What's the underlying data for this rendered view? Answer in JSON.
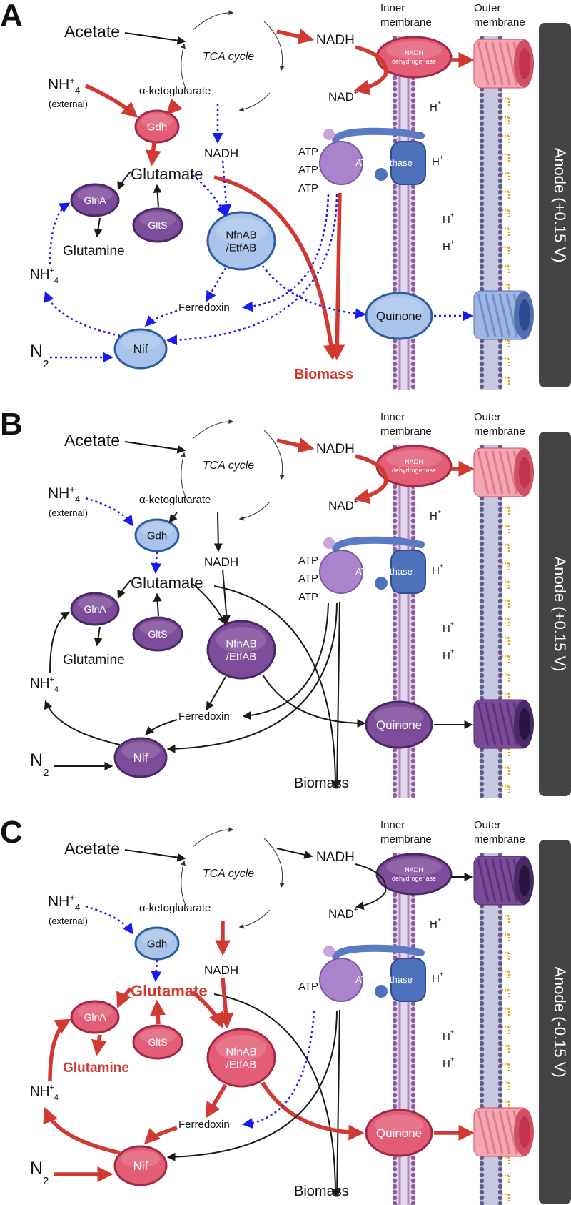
{
  "panels": [
    {
      "letter": "A",
      "anode": "Anode (+0.15 V)",
      "biomass": "Biomass",
      "labels": {
        "acetate": "Acetate",
        "tca": "TCA cycle",
        "nadh_top": "NADH",
        "nad": "NAD",
        "nadh_mid": "NADH",
        "akg": "α-ketoglutarate",
        "nh4": "NH",
        "external": "(external)",
        "glutamate": "Glutamate",
        "glutamine": "Glutamine",
        "nh4_mid": "NH",
        "ferredoxin": "Ferredoxin",
        "n2": "N",
        "inner": [
          "Inner",
          "membrane"
        ],
        "outer": [
          "Outer",
          "membrane"
        ],
        "hplus": "H",
        "atp": [
          "ATP",
          "ATP",
          "ATP"
        ]
      },
      "enzymes": {
        "gdh": "Gdh",
        "glna": "GlnA",
        "glts": "GltS",
        "nfn": [
          "NfnAB",
          "/EtfAB"
        ],
        "nif": "Nif",
        "quinone": "Quinone",
        "nadh_dh": [
          "NADH",
          "dehydrogenase"
        ],
        "atp_synthase": "ATP synthase"
      }
    },
    {
      "letter": "B",
      "anode": "Anode (+0.15 V)",
      "biomass": "Biomass",
      "labels": {
        "acetate": "Acetate",
        "tca": "TCA cycle",
        "nadh_top": "NADH",
        "nad": "NAD",
        "nadh_mid": "NADH",
        "akg": "α-ketoglutarate",
        "nh4": "NH",
        "external": "(external)",
        "glutamate": "Glutamate",
        "glutamine": "Glutamine",
        "nh4_mid": "NH",
        "ferredoxin": "Ferredoxin",
        "n2": "N",
        "inner": [
          "Inner",
          "membrane"
        ],
        "outer": [
          "Outer",
          "membrane"
        ],
        "hplus": "H",
        "atp": [
          "ATP",
          "ATP",
          "ATP"
        ]
      },
      "enzymes": {
        "gdh": "Gdh",
        "glna": "GlnA",
        "glts": "GltS",
        "nfn": [
          "NfnAB",
          "/EtfAB"
        ],
        "nif": "Nif",
        "quinone": "Quinone",
        "nadh_dh": [
          "NADH",
          "dehydrogenase"
        ],
        "atp_synthase": "ATP synthase"
      }
    },
    {
      "letter": "C",
      "anode": "Anode (-0.15 V)",
      "biomass": "Biomass",
      "labels": {
        "acetate": "Acetate",
        "tca": "TCA cycle",
        "nadh_top": "NADH",
        "nad": "NAD",
        "nadh_mid": "NADH",
        "akg": "α-ketoglutarate",
        "nh4": "NH",
        "external": "(external)",
        "glutamate": "Glutamate",
        "glutamine": "Glutamine",
        "nh4_mid": "NH",
        "ferredoxin": "Ferredoxin",
        "n2": "N",
        "inner": [
          "Inner",
          "membrane"
        ],
        "outer": [
          "Outer",
          "membrane"
        ],
        "hplus": "H",
        "atp": [
          "ATP"
        ]
      },
      "enzymes": {
        "gdh": "Gdh",
        "glna": "GlnA",
        "glts": "GltS",
        "nfn": [
          "NfnAB",
          "/EtfAB"
        ],
        "nif": "Nif",
        "quinone": "Quinone",
        "nadh_dh": [
          "NADH",
          "dehydrogenase"
        ],
        "atp_synthase": "ATP synthase"
      }
    }
  ],
  "colors": {
    "red": "#d03a33",
    "blue_dot": "#1a1aee",
    "black": "#1a1a1a",
    "purple": "#7a4a98",
    "blue_enzyme": "#9bb6e0",
    "pink_enzyme": "#e35d76",
    "anode": "#444444"
  }
}
